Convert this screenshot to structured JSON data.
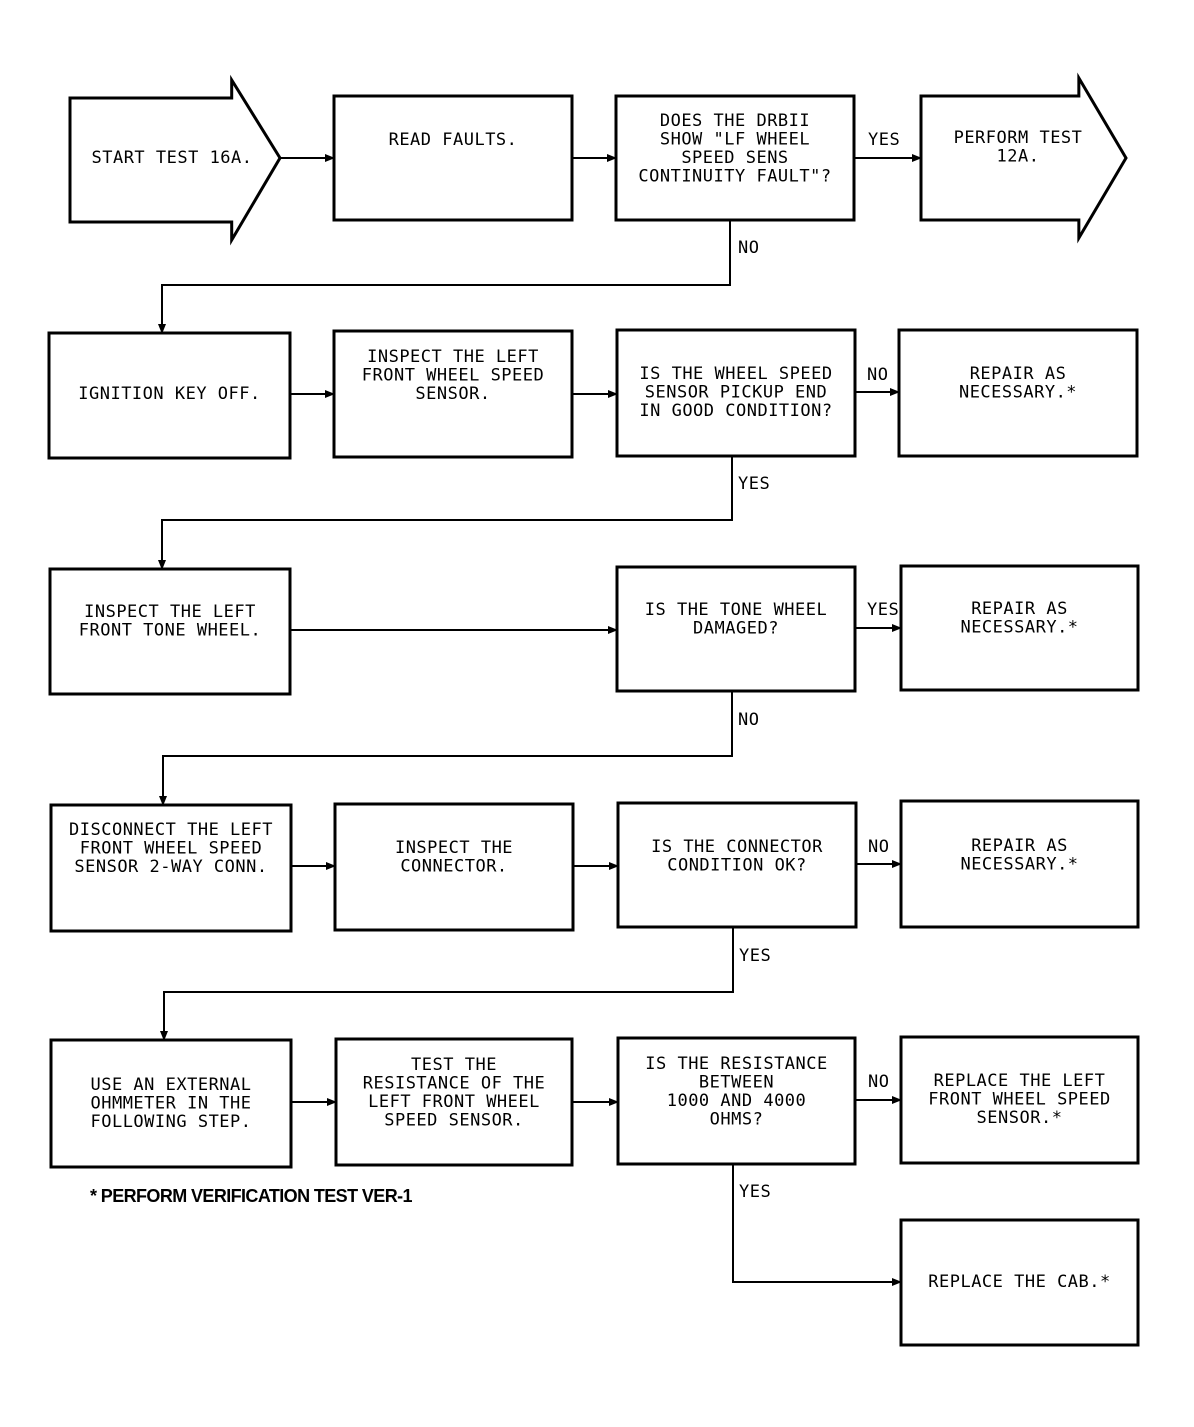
{
  "nodes": [
    {
      "id": "start",
      "shape": "arrow",
      "lines": [
        "START TEST 16A."
      ]
    },
    {
      "id": "read-faults",
      "shape": "box",
      "lines": [
        "READ FAULTS."
      ]
    },
    {
      "id": "q-continuity",
      "shape": "box",
      "lines": [
        "DOES THE DRBII",
        "SHOW \"LF WHEEL",
        "SPEED SENS",
        "CONTINUITY FAULT\"?"
      ]
    },
    {
      "id": "perform-12a",
      "shape": "arrow",
      "lines": [
        "PERFORM TEST",
        "12A."
      ]
    },
    {
      "id": "ignition-off",
      "shape": "box",
      "lines": [
        "IGNITION KEY OFF."
      ]
    },
    {
      "id": "inspect-sensor",
      "shape": "box",
      "lines": [
        "INSPECT THE LEFT",
        "FRONT WHEEL SPEED",
        "SENSOR."
      ]
    },
    {
      "id": "q-pickup",
      "shape": "box",
      "lines": [
        "IS THE WHEEL SPEED",
        "SENSOR PICKUP END",
        "IN GOOD CONDITION?"
      ]
    },
    {
      "id": "repair-1",
      "shape": "box",
      "lines": [
        "REPAIR AS",
        "NECESSARY.*"
      ]
    },
    {
      "id": "inspect-tone",
      "shape": "box",
      "lines": [
        "INSPECT THE LEFT",
        "FRONT TONE WHEEL."
      ]
    },
    {
      "id": "q-tone",
      "shape": "box",
      "lines": [
        "IS THE TONE WHEEL",
        "DAMAGED?"
      ]
    },
    {
      "id": "repair-2",
      "shape": "box",
      "lines": [
        "REPAIR AS",
        "NECESSARY.*"
      ]
    },
    {
      "id": "disconnect",
      "shape": "box",
      "lines": [
        "DISCONNECT THE LEFT",
        "FRONT WHEEL SPEED",
        "SENSOR 2-WAY CONN."
      ]
    },
    {
      "id": "inspect-connector",
      "shape": "box",
      "lines": [
        "INSPECT THE",
        "CONNECTOR."
      ]
    },
    {
      "id": "q-connector",
      "shape": "box",
      "lines": [
        "IS THE CONNECTOR",
        "CONDITION OK?"
      ]
    },
    {
      "id": "repair-3",
      "shape": "box",
      "lines": [
        "REPAIR AS",
        "NECESSARY.*"
      ]
    },
    {
      "id": "use-ohmmeter",
      "shape": "box",
      "lines": [
        "USE AN EXTERNAL",
        "OHMMETER IN THE",
        "FOLLOWING STEP."
      ]
    },
    {
      "id": "test-resistance",
      "shape": "box",
      "lines": [
        "TEST THE",
        "RESISTANCE OF THE",
        "LEFT FRONT WHEEL",
        "SPEED SENSOR."
      ]
    },
    {
      "id": "q-resistance",
      "shape": "box",
      "lines": [
        "IS THE RESISTANCE",
        "BETWEEN",
        "1000 AND 4000",
        "OHMS?"
      ]
    },
    {
      "id": "replace-sensor",
      "shape": "box",
      "lines": [
        "REPLACE THE LEFT",
        "FRONT WHEEL SPEED",
        "SENSOR.*"
      ]
    },
    {
      "id": "replace-cab",
      "shape": "box",
      "lines": [
        "REPLACE THE CAB.*"
      ]
    }
  ],
  "edges": [
    {
      "from": "start",
      "to": "read-faults",
      "label": ""
    },
    {
      "from": "read-faults",
      "to": "q-continuity",
      "label": ""
    },
    {
      "from": "q-continuity",
      "to": "perform-12a",
      "label": "YES"
    },
    {
      "from": "q-continuity",
      "to": "ignition-off",
      "label": "NO"
    },
    {
      "from": "ignition-off",
      "to": "inspect-sensor",
      "label": ""
    },
    {
      "from": "inspect-sensor",
      "to": "q-pickup",
      "label": ""
    },
    {
      "from": "q-pickup",
      "to": "repair-1",
      "label": "NO"
    },
    {
      "from": "q-pickup",
      "to": "inspect-tone",
      "label": "YES"
    },
    {
      "from": "inspect-tone",
      "to": "q-tone",
      "label": ""
    },
    {
      "from": "q-tone",
      "to": "repair-2",
      "label": "YES"
    },
    {
      "from": "q-tone",
      "to": "disconnect",
      "label": "NO"
    },
    {
      "from": "disconnect",
      "to": "inspect-connector",
      "label": ""
    },
    {
      "from": "inspect-connector",
      "to": "q-connector",
      "label": ""
    },
    {
      "from": "q-connector",
      "to": "repair-3",
      "label": "NO"
    },
    {
      "from": "q-connector",
      "to": "use-ohmmeter",
      "label": "YES"
    },
    {
      "from": "use-ohmmeter",
      "to": "test-resistance",
      "label": ""
    },
    {
      "from": "test-resistance",
      "to": "q-resistance",
      "label": ""
    },
    {
      "from": "q-resistance",
      "to": "replace-sensor",
      "label": "NO"
    },
    {
      "from": "q-resistance",
      "to": "replace-cab",
      "label": "YES"
    }
  ],
  "footnote": "* PERFORM VERIFICATION TEST VER-1"
}
